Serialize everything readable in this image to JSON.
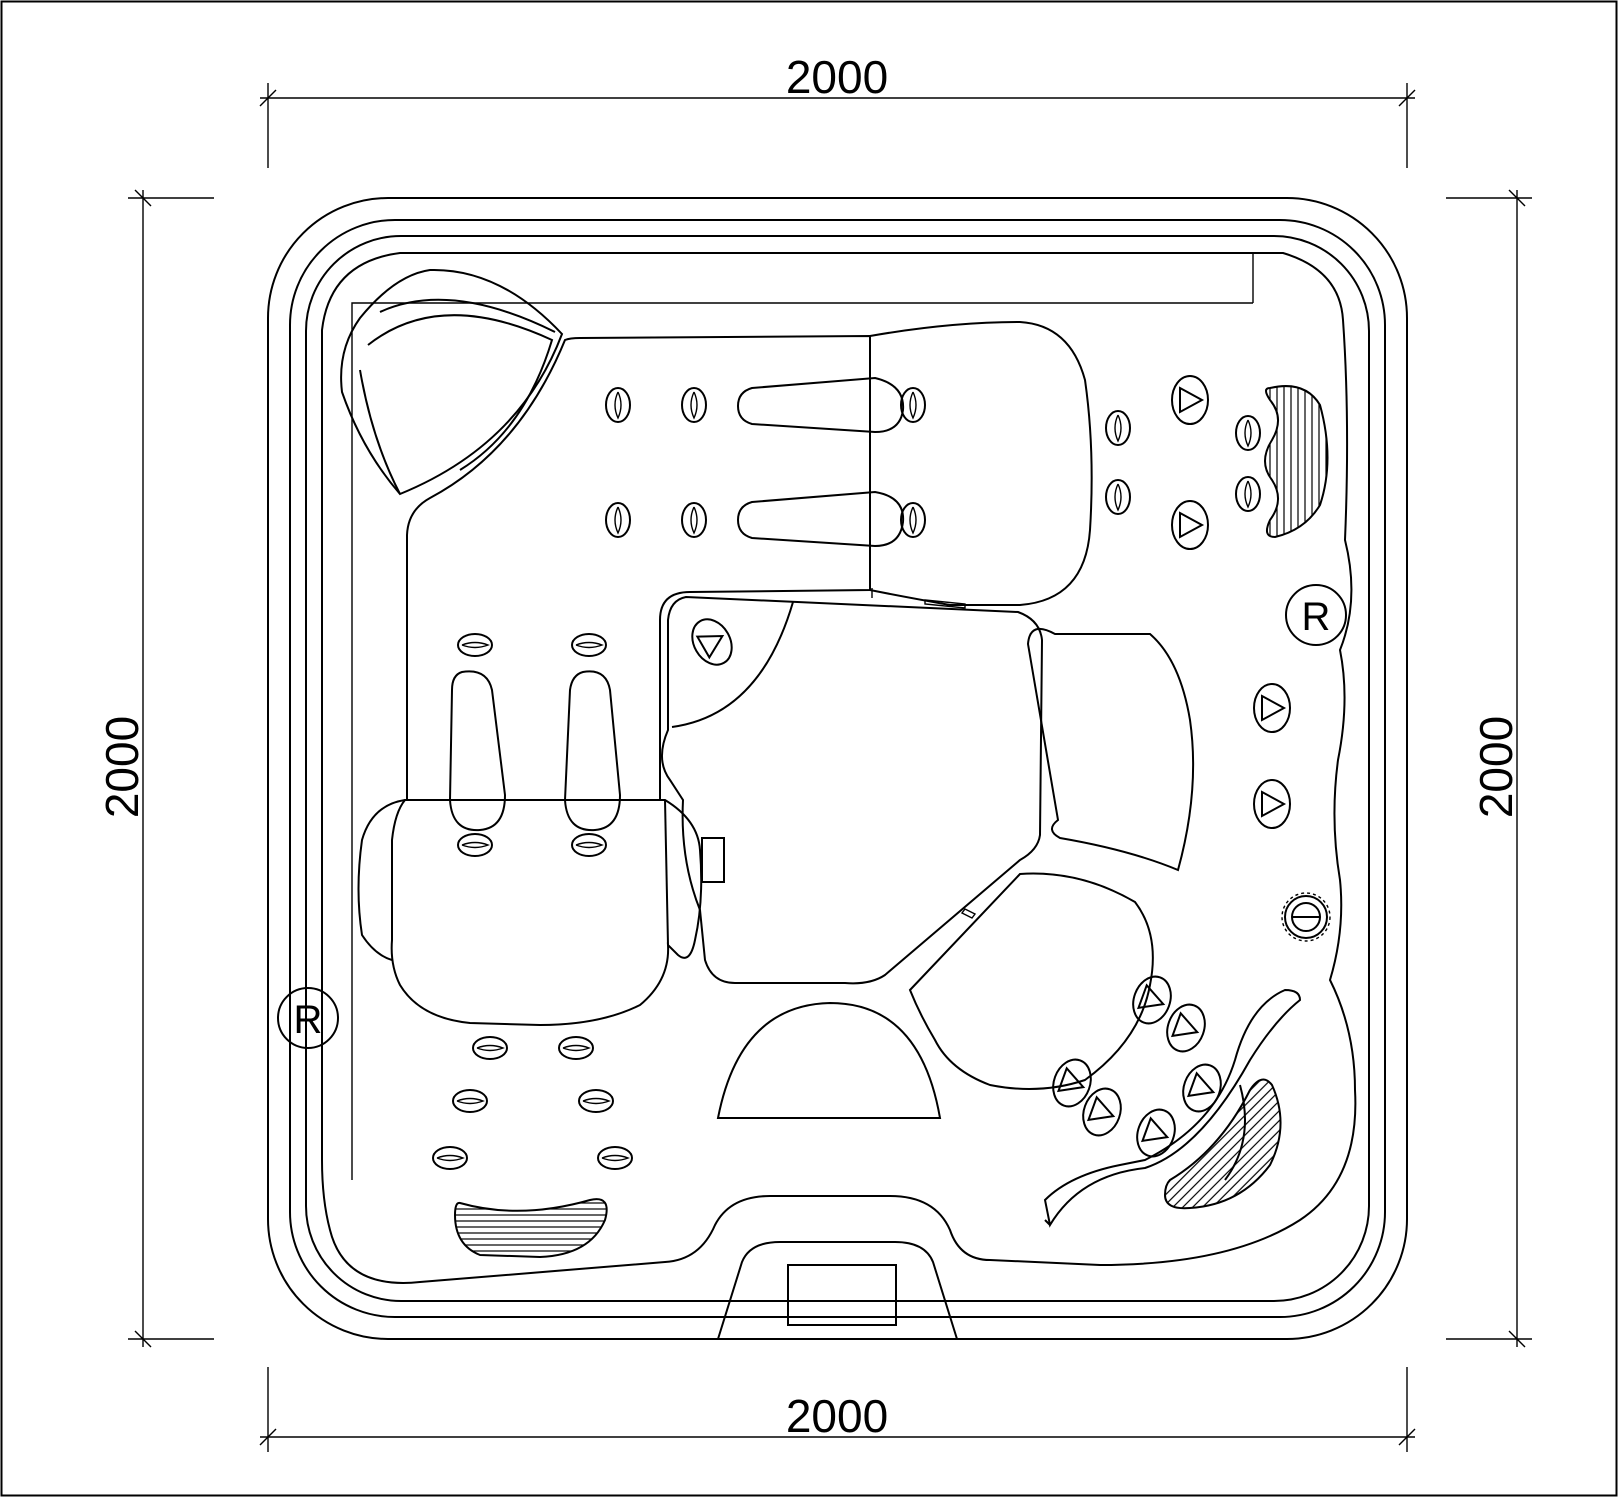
{
  "dimensions": {
    "top": "2000",
    "bottom": "2000",
    "left": "2000",
    "right": "2000"
  },
  "markers": {
    "right_marker": "R",
    "left_marker": "R"
  },
  "colors": {
    "stroke": "#000000",
    "background": "#ffffff"
  }
}
